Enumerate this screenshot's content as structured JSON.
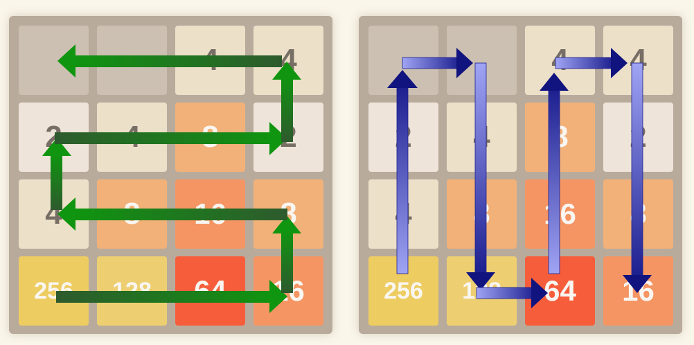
{
  "colors": {
    "background": "#faf6ea",
    "board": "#b9ab9c",
    "snake_arrow": "#0f8f10",
    "column_arrow": "#1b1e8e"
  },
  "boards": [
    {
      "id": "snake-order",
      "arrow_style": "green-snake-path",
      "tiles": [
        [
          "",
          "",
          "4",
          "4"
        ],
        [
          "2",
          "4",
          "8",
          "2"
        ],
        [
          "4",
          "8",
          "16",
          "8"
        ],
        [
          "256",
          "128",
          "64",
          "16"
        ]
      ]
    },
    {
      "id": "column-order",
      "arrow_style": "blue-column-path",
      "tiles": [
        [
          "",
          "",
          "4",
          "4"
        ],
        [
          "2",
          "4",
          "8",
          "2"
        ],
        [
          "4",
          "8",
          "16",
          "8"
        ],
        [
          "256",
          "128",
          "64",
          "16"
        ]
      ]
    }
  ]
}
